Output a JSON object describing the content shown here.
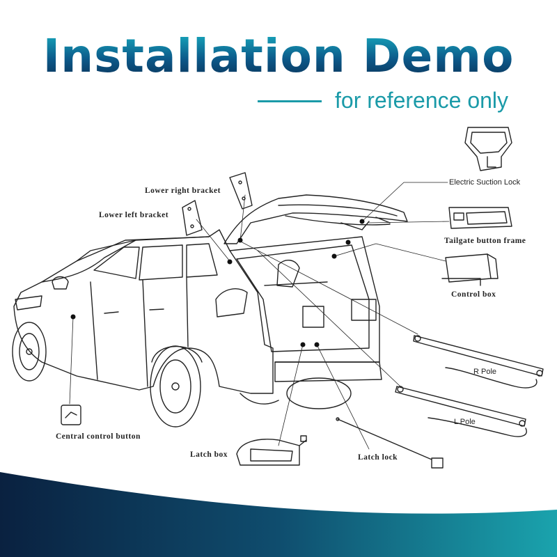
{
  "header": {
    "title": "Installation Demo",
    "subtitle": "for reference only"
  },
  "labels": {
    "lower_right_bracket": "Lower right bracket",
    "lower_left_bracket": "Lower left bracket",
    "electric_suction_lock": "Electric Suction Lock",
    "tailgate_button_frame": "Tailgate button frame",
    "control_box": "Control box",
    "r_pole": "R Pole",
    "l_pole": "L Pole",
    "central_control_button": "Central control button",
    "latch_box": "Latch box",
    "latch_lock": "Latch lock"
  },
  "colors": {
    "title_top": "#19b3c4",
    "title_bottom": "#0a2d52",
    "accent": "#1a9aa8",
    "wave_left": "#0a2140",
    "wave_right": "#1aa3ad"
  }
}
